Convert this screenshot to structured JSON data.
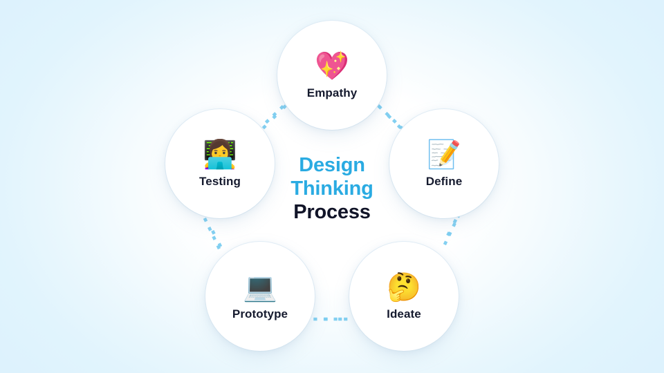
{
  "page": {
    "title_line_1": "Design",
    "title_line_2": "Thinking",
    "title_line_3": "Process",
    "accent_color": "#2aabe2",
    "text_color": "#151a2e",
    "background_edge_color": "#ddf2fd",
    "background_center_color": "#ffffff",
    "connector_color": "#7ccdf0"
  },
  "stages": [
    {
      "id": "empathy",
      "label": "Empathy",
      "icon": "💖",
      "icon_name": "sparkling-heart-emoji",
      "order": 1
    },
    {
      "id": "define",
      "label": "Define",
      "icon": "📝",
      "icon_name": "memo-pencil-emoji",
      "order": 2
    },
    {
      "id": "ideate",
      "label": "Ideate",
      "icon": "🤔",
      "icon_name": "thinking-face-emoji",
      "order": 3
    },
    {
      "id": "prototype",
      "label": "Prototype",
      "icon": "💻",
      "icon_name": "laptop-computer-emoji",
      "order": 4
    },
    {
      "id": "testing",
      "label": "Testing",
      "icon": "👩‍💻",
      "icon_name": "woman-technologist-emoji",
      "order": 5
    }
  ]
}
